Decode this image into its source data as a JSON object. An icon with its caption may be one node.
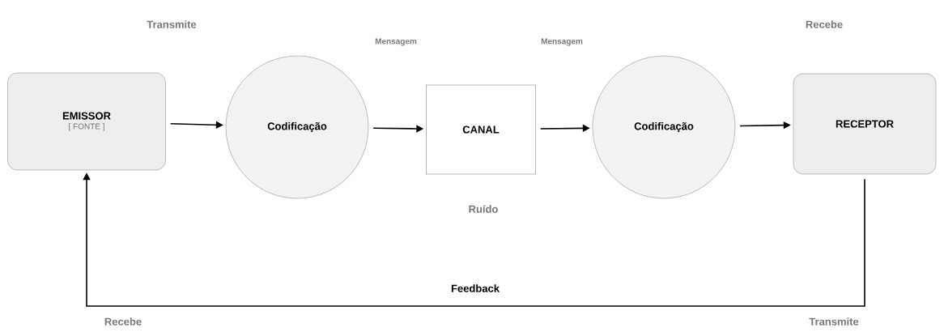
{
  "diagram": {
    "nodes": [
      {
        "text": [
          "EMISSOR",
          "[ FONTE ]"
        ]
      },
      {
        "text": [
          "Codificação"
        ]
      },
      {
        "text": [
          "CANAL"
        ]
      },
      {
        "text": [
          "Codificação"
        ]
      },
      {
        "text": [
          "RECEPTOR"
        ]
      }
    ],
    "edges": [
      {
        "from": 0,
        "to": 1,
        "arrow": "to"
      },
      {
        "from": 1,
        "to": 2,
        "arrow": "to"
      },
      {
        "from": 2,
        "to": 3,
        "arrow": "to"
      },
      {
        "from": 3,
        "to": 4,
        "arrow": "to"
      },
      {
        "from": 4,
        "to": 0,
        "arrow": "to",
        "label": "Feedback"
      }
    ],
    "labels": [
      "Transmite",
      "Recebe",
      "Mensagem",
      "Mensagem",
      "Ruído",
      "Recebe",
      "Transmite"
    ]
  }
}
